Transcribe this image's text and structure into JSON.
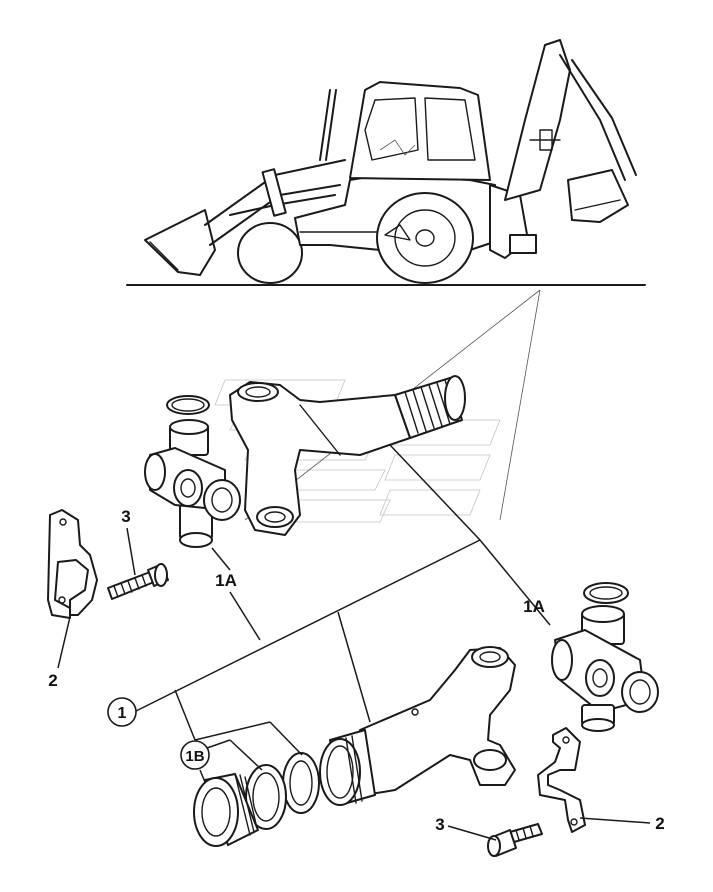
{
  "callouts": {
    "c1": "1",
    "c1A_left": "1A",
    "c1A_right": "1A",
    "c1B": "1B",
    "c2_left": "2",
    "c2_right": "2",
    "c3_top": "3",
    "c3_bottom": "3"
  },
  "colors": {
    "line": "#1a1a1a",
    "background": "#ffffff"
  }
}
